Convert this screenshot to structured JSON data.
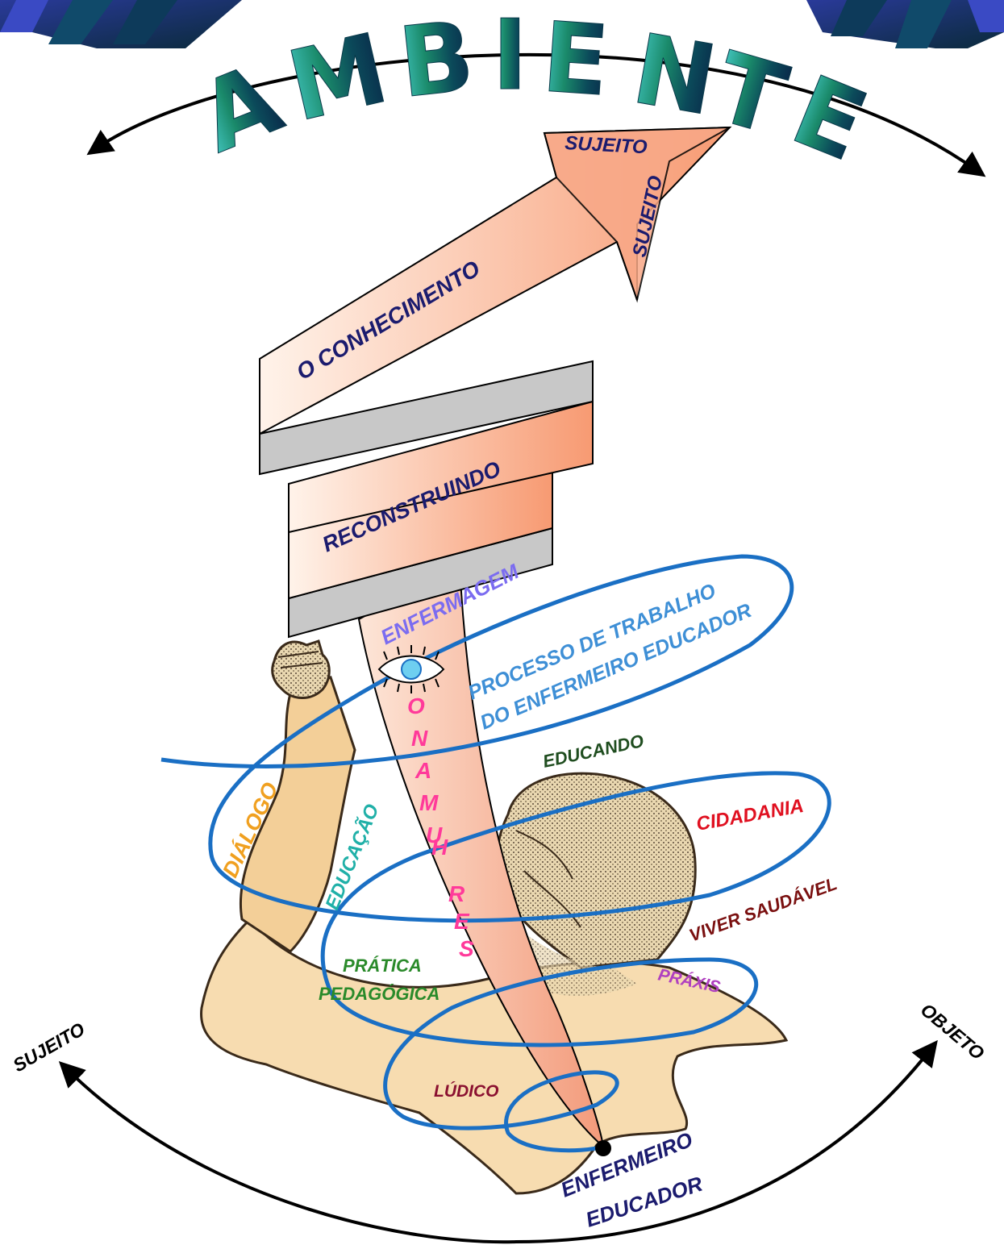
{
  "title": {
    "letters": [
      "A",
      "M",
      "B",
      "I",
      "E",
      "N",
      "T",
      "E"
    ]
  },
  "arrow_labels": {
    "tip_top": "SUJEITO",
    "tip_side": "SUJEITO",
    "segment_1": "O CONHECIMENTO",
    "segment_2": "RECONSTRUINDO",
    "segment_3": "ENFERMAGEM",
    "vertical_word": "O N A M U H   R E S",
    "vertical_letters": [
      "O",
      "N",
      "A",
      "M",
      "U",
      "H",
      "R",
      "E",
      "S"
    ]
  },
  "spiral_labels": {
    "processo_line1": "PROCESSO DE TRABALHO",
    "processo_line2": "DO ENFERMEIRO EDUCADOR",
    "educando": "EDUCANDO",
    "cidadania": "CIDADANIA",
    "dialogo": "DIÁLOGO",
    "educacao": "EDUCAÇÃO",
    "viver_saudavel": "VIVER SAUDÁVEL",
    "pratica_line1": "PRÁTICA",
    "pratica_line2": "PEDAGÓGICA",
    "praxis": "PRÁXIS",
    "ludico": "LÚDICO"
  },
  "bottom_labels": {
    "sujeito_left": "SUJEITO",
    "objeto_right": "OBJETO",
    "enfermeiro_line1": "ENFERMEIRO",
    "enfermeiro_line2": "EDUCADOR"
  },
  "colors": {
    "title_gradient": [
      "#3fc0b8",
      "#1a8a6a",
      "#0b4a5a",
      "#0a2a4a"
    ],
    "arrow_fill_light": "#fff0e8",
    "arrow_fill_dark": "#f7a07a",
    "arrow_fold": "#c8c8c8",
    "spiral": "#1a6fc4",
    "navy": "#1b1b6e",
    "enfermagem": "#7b6cf0",
    "processo": "#3e8fd6",
    "educando": "#1f4d1f",
    "cidadania": "#e01020",
    "dialogo": "#f0a020",
    "educacao": "#20b0a8",
    "viver_saudavel": "#7a1010",
    "pratica": "#2a8a2a",
    "praxis": "#b040c0",
    "ludico": "#8a1030",
    "vertical_word": "#ff3a9a",
    "skin": "#f8e2b6",
    "skin_shade": "#7a6a50"
  }
}
